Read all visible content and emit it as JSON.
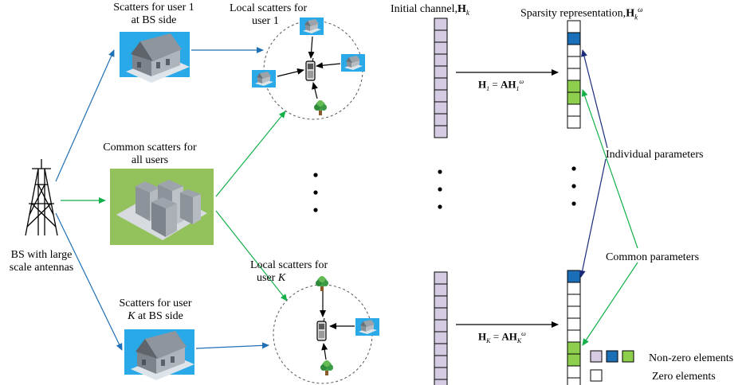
{
  "labels": {
    "bs": [
      "BS with large",
      "scale antennas"
    ],
    "scatters_user1": [
      "Scatters for user 1",
      "at BS side"
    ],
    "common_scatters": [
      "Common scatters for",
      "all users"
    ],
    "scatters_userK_line1": "Scatters for user",
    "scatters_userK_var": "K",
    "scatters_userK_line2": " at BS side",
    "local_user1": [
      "Local scatters for",
      "user 1"
    ],
    "local_userK_line1": "Local scatters for",
    "local_userK_line2": "user ",
    "local_userK_var": "K",
    "initial_channel": "Initial channel,",
    "initial_channel_sym": "H",
    "initial_channel_sub": "k",
    "sparsity": "Sparsity representation,",
    "sparsity_sym": "H",
    "sparsity_sub": "k",
    "sparsity_sup": "ω",
    "individual_params": "Individual parameters",
    "common_params": "Common parameters",
    "legend_nonzero": "Non-zero elements",
    "legend_zero": "Zero elements"
  },
  "equations": {
    "eq1": {
      "lhs": "H",
      "lhs_sub": "1",
      "eq": " = ",
      "rhs": "AH",
      "rhs_sub": "1",
      "rhs_sup": "ω"
    },
    "eqK": {
      "lhs": "H",
      "lhs_sub": "K",
      "eq": " = ",
      "rhs": "AH",
      "rhs_sub": "K",
      "rhs_sup": "ω"
    }
  },
  "colors": {
    "blue_arrow": "#1f6fb5",
    "green_arrow": "#14b04a",
    "navy_arrow": "#1a2a78",
    "vector_purple": "#d5cce3",
    "nonzero_blue": "#1a6fb8",
    "nonzero_green": "#8ed04e",
    "sky": "#29a9e8",
    "grass": "#93c25c"
  },
  "vectors": {
    "initial_cells": 10,
    "sparse_user1": [
      "zero",
      "blue",
      "zero",
      "zero",
      "zero",
      "green",
      "green",
      "zero",
      "zero"
    ],
    "sparse_userK": [
      "blue",
      "zero",
      "zero",
      "zero",
      "zero",
      "zero",
      "green",
      "green",
      "zero",
      "zero"
    ]
  }
}
